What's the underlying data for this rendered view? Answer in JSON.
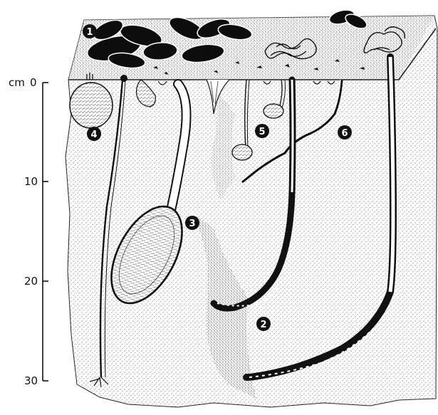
{
  "scale": {
    "unit": "cm",
    "ticks": [
      "0",
      "10",
      "20",
      "30"
    ]
  },
  "callouts": {
    "c1": "1",
    "c2": "2",
    "c3": "3",
    "c4": "4",
    "c5": "5",
    "c6": "6"
  },
  "colors": {
    "ink": "#111111",
    "paper": "#ffffff",
    "sediment": "#1a1a1a"
  }
}
